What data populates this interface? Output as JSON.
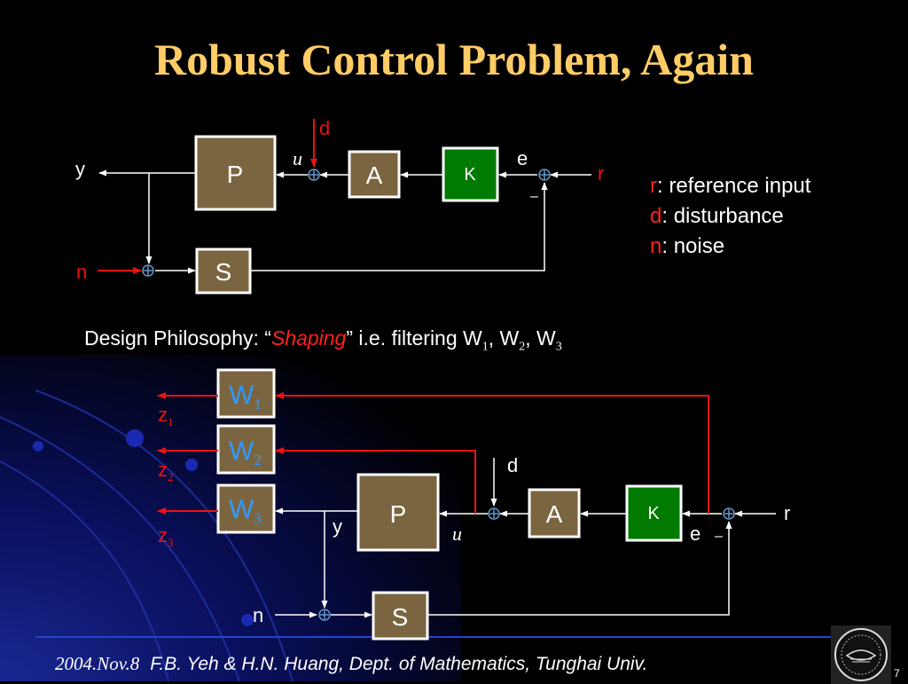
{
  "slide": {
    "title": "Robust Control Problem, Again",
    "page_number": "7",
    "footer": {
      "date": "2004.Nov.8",
      "credit": "F.B. Yeh & H.N. Huang, Dept. of Mathematics, Tunghai Univ."
    }
  },
  "diagram1": {
    "blocks": {
      "P": "P",
      "A": "A",
      "K": "K",
      "S": "S"
    },
    "signals": {
      "y": "y",
      "u": "u",
      "d": "d",
      "e": "e",
      "r": "r",
      "n": "n",
      "minus": "–"
    }
  },
  "legend": [
    {
      "key": "r",
      "desc": ": reference input"
    },
    {
      "key": "d",
      "desc": ": disturbance"
    },
    {
      "key": "n",
      "desc": ": noise"
    }
  ],
  "philosophy": {
    "prefix": "Design Philosophy: “",
    "emph": "Shaping",
    "mid": "” i.e. filtering W",
    "s1": "1",
    "sep1": ", W",
    "s2": "2",
    "sep2": ", W",
    "s3": "3"
  },
  "diagram2": {
    "weights": [
      {
        "w": "W",
        "sub": "1",
        "z": "z",
        "zsub": "1"
      },
      {
        "w": "W",
        "sub": "2",
        "z": "z",
        "zsub": "2"
      },
      {
        "w": "W",
        "sub": "3",
        "z": "z",
        "zsub": "3"
      }
    ],
    "blocks": {
      "P": "P",
      "A": "A",
      "K": "K",
      "S": "S"
    },
    "signals": {
      "y": "y",
      "u": "u",
      "d": "d",
      "e": "e",
      "r": "r",
      "n": "n",
      "minus": "–"
    }
  },
  "colors": {
    "title": "#ffcc66",
    "block_brown": "#7a6540",
    "block_green": "#007a00",
    "weight_fill": "#7a6540",
    "weight_text": "#3399ff",
    "signal_red": "#ee1111",
    "sum_node": "#6699cc"
  }
}
